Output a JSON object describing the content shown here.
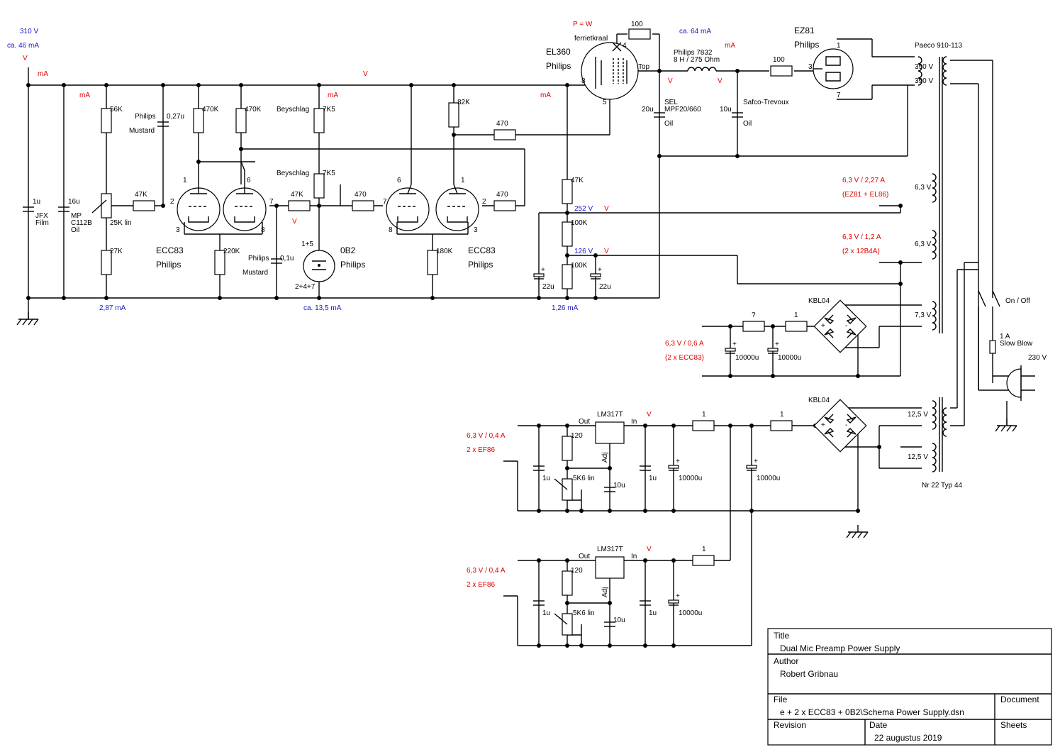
{
  "schematic": {
    "title_block": {
      "title_label": "Title",
      "title": "Dual Mic Preamp Power Supply",
      "author_label": "Author",
      "author": "Robert Gribnau",
      "file_label": "File",
      "file": "e + 2 x ECC83 + 0B2\\Schema Power Supply.dsn",
      "document_label": "Document",
      "revision_label": "Revision",
      "date_label": "Date",
      "date": "22 augustus 2019",
      "sheets_label": "Sheets"
    },
    "measurements": {
      "supply_voltage": "310 V",
      "supply_current": "ca. 46 mA",
      "divider_current": "2,87 mA",
      "ob2_current": "ca. 13,5 mA",
      "tap_current": "1,26 mA",
      "el360_current": "ca. 64 mA",
      "tap1_voltage": "252 V",
      "tap2_voltage": "126 V",
      "v_placeholder": "V",
      "ma_placeholder": "mA",
      "pw_placeholder": "P = W"
    },
    "heater_labels": {
      "h1": "6,3 V / 2,27 A",
      "h1_sub": "(EZ81 + EL86)",
      "h2": "6,3 V / 1,2 A",
      "h2_sub": "(2 x 12B4A)",
      "h3": "6,3 V / 0,6 A",
      "h3_sub": "(2 x ECC83)",
      "h4": "6,3 V / 0,4 A",
      "h4_sub": "2 x EF86",
      "h5": "6,3 V / 0,4 A",
      "h5_sub": "2 x EF86"
    },
    "tubes": {
      "ecc83_a": "ECC83",
      "ecc83_b": "ECC83",
      "philips": "Philips",
      "ob2": "0B2",
      "el360": "EL360",
      "ez81": "EZ81",
      "ob2_pins_top": "1+5",
      "ob2_pins_bottom": "2+4+7",
      "ferrite": "ferrietkraal",
      "top_label": "Top"
    },
    "pins": {
      "p1": "1",
      "p2": "2",
      "p3": "3",
      "p4": "4",
      "p5": "5",
      "p6": "6",
      "p7": "7",
      "p8": "8"
    },
    "components": {
      "r56k": "56K",
      "r27k": "27K",
      "pot25k": "25K lin",
      "r47k_a": "47K",
      "r47k_b": "47K",
      "r47k_c": "47K",
      "r470k_a": "470K",
      "r470k_b": "470K",
      "r220k": "220K",
      "r7k5_a": "7K5",
      "r7k5_b": "7K5",
      "beyschlag": "Beyschlag",
      "r470_a": "470",
      "r470_b": "470",
      "r470_c": "470",
      "r82k": "82K",
      "r180k": "180K",
      "r100k_a": "100K",
      "r100k_b": "100K",
      "r100_a": "100",
      "r100_b": "100",
      "c1u_jfx": "1u",
      "jfx": "JFX",
      "film": "Film",
      "c16u": "16u",
      "mp": "MP",
      "c112b": "C112B",
      "oil": "Oil",
      "c027u": "0,27u",
      "c01u": "0,1u",
      "mustard": "Mustard",
      "c22u": "22u",
      "c20u": "20u",
      "c10u": "10u",
      "sel": "SEL",
      "mpf": "MPF20/660",
      "safco": "Safco-Trevoux",
      "choke_name": "Philips 7832",
      "choke_spec": "8 H / 275 Ohm",
      "transformer_main": "Paeco 910-113",
      "v390": "390 V",
      "v63": "6,3 V",
      "v73": "7,3 V",
      "v125": "12,5 V",
      "transformer2": "Nr 22 Typ 44",
      "kbl04": "KBL04",
      "r_q": "?",
      "r1": "1",
      "c10000u": "10000u",
      "lm317": "LM317T",
      "out": "Out",
      "in": "In",
      "adj": "Adj",
      "r120": "120",
      "pot5k6": "5K6 lin",
      "onoff": "On / Off",
      "fuse_a": "1 A",
      "fuse_b": "Slow Blow",
      "mains": "230 V",
      "plus": "+",
      "minus": "-"
    }
  }
}
